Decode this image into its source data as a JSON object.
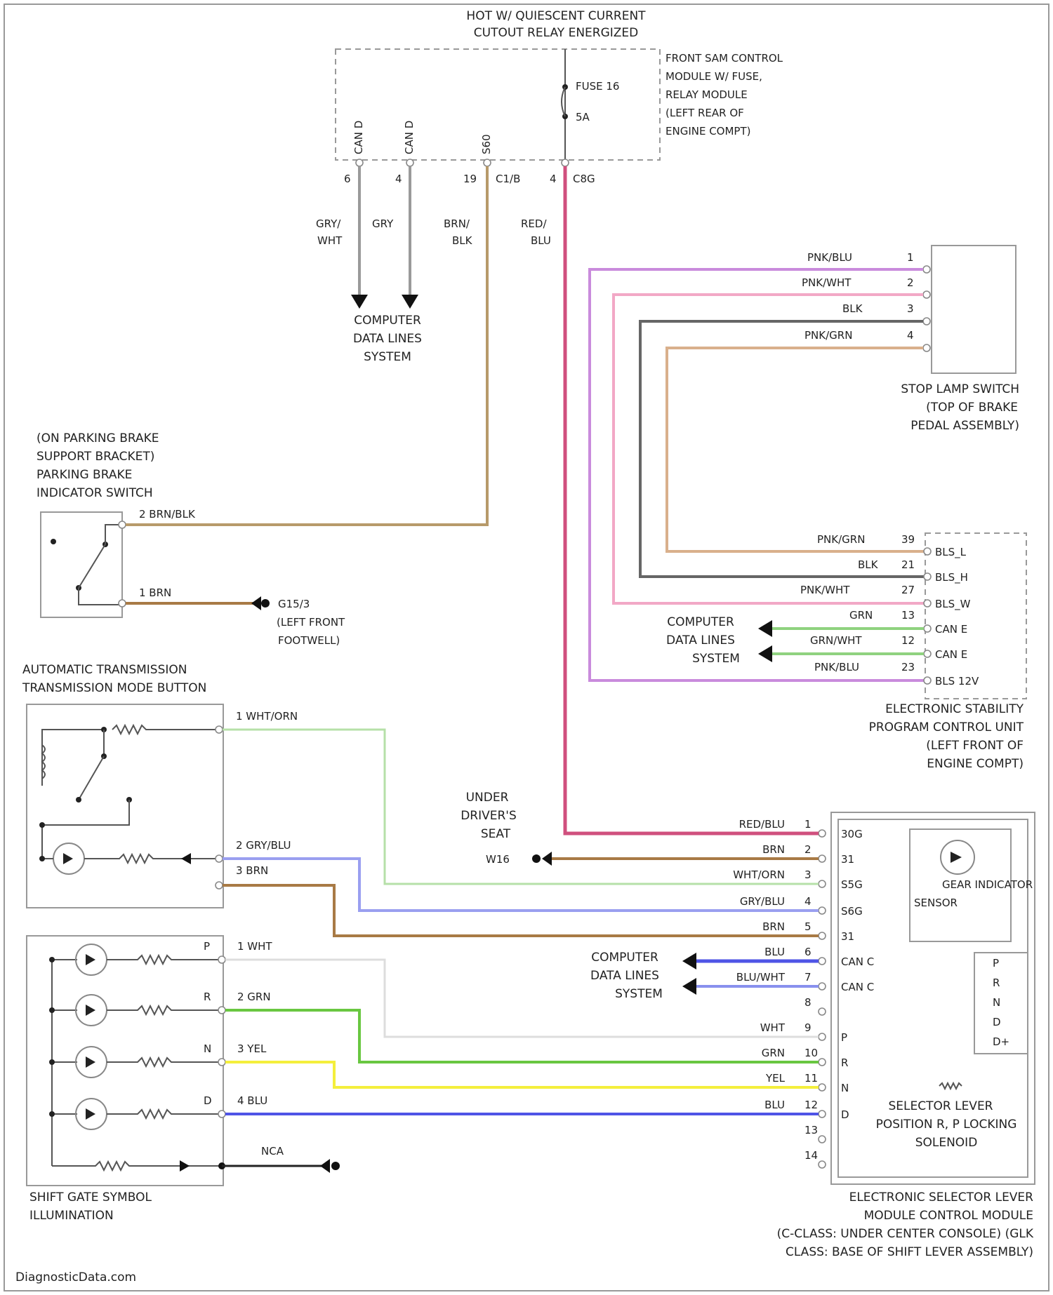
{
  "relay": {
    "header_line1": "HOT W/ QUIESCENT CURRENT",
    "header_line2": "CUTOUT RELAY ENERGIZED",
    "pin_labels": [
      "CAN D",
      "CAN D",
      "S60"
    ],
    "fuse_name": "FUSE 16",
    "fuse_rating": "5A",
    "module_lines": [
      "FRONT SAM CONTROL",
      "MODULE W/ FUSE,",
      "RELAY MODULE",
      "(LEFT REAR OF",
      "ENGINE COMPT)"
    ],
    "pin_numbers": [
      "6",
      "4",
      "19",
      "4"
    ],
    "connectors": [
      "C1/B",
      "C8G"
    ],
    "wire_labels": [
      "GRY/",
      "WHT",
      "GRY",
      "BRN/",
      "BLK",
      "RED/",
      "BLU"
    ],
    "cdl_lines": [
      "COMPUTER",
      "DATA LINES",
      "SYSTEM"
    ]
  },
  "stop_lamp": {
    "wires": [
      "PNK/BLU",
      "PNK/WHT",
      "BLK",
      "PNK/GRN"
    ],
    "pins": [
      "1",
      "2",
      "3",
      "4"
    ],
    "title_lines": [
      "STOP LAMP SWITCH",
      "(TOP OF BRAKE",
      "PEDAL ASSEMBLY)"
    ]
  },
  "parking_brake": {
    "title_lines": [
      "(ON PARKING BRAKE",
      "SUPPORT BRACKET)",
      "PARKING BRAKE",
      "INDICATOR SWITCH"
    ],
    "wire1": "2  BRN/BLK",
    "wire2": "1  BRN",
    "ground_lines": [
      "G15/3",
      "(LEFT FRONT",
      "FOOTWELL)"
    ]
  },
  "esp": {
    "wires": [
      "PNK/GRN",
      "BLK",
      "PNK/WHT",
      "GRN",
      "GRN/WHT",
      "PNK/BLU"
    ],
    "pins": [
      "39",
      "21",
      "27",
      "13",
      "12",
      "23"
    ],
    "signals": [
      "BLS_L",
      "BLS_H",
      "BLS_W",
      "CAN E",
      "CAN E",
      "BLS 12V"
    ],
    "cdl_lines": [
      "COMPUTER",
      "DATA LINES",
      "SYSTEM"
    ],
    "title_lines": [
      "ELECTRONIC STABILITY",
      "PROGRAM CONTROL UNIT",
      "(LEFT FRONT OF",
      "ENGINE COMPT)"
    ]
  },
  "mode_button": {
    "title_lines": [
      "AUTOMATIC TRANSMISSION",
      "TRANSMISSION MODE BUTTON"
    ],
    "wires": [
      "1  WHT/ORN",
      "2  GRY/BLU",
      "3  BRN"
    ]
  },
  "ground_w16": {
    "lines": [
      "UNDER",
      "DRIVER'S",
      "SEAT"
    ],
    "name": "W16"
  },
  "selector": {
    "wires": [
      "RED/BLU",
      "BRN",
      "WHT/ORN",
      "GRY/BLU",
      "BRN",
      "BLU",
      "BLU/WHT",
      "",
      "WHT",
      "GRN",
      "YEL",
      "BLU",
      "",
      ""
    ],
    "pins": [
      "1",
      "2",
      "3",
      "4",
      "5",
      "6",
      "7",
      "8",
      "9",
      "10",
      "11",
      "12",
      "13",
      "14"
    ],
    "signals": [
      "30G",
      "31",
      "S5G",
      "S6G",
      "31",
      "CAN C",
      "CAN C",
      "",
      "P",
      "R",
      "N",
      "D",
      "",
      ""
    ],
    "sensor_lines": [
      "GEAR INDICATOR",
      "SENSOR"
    ],
    "gears": [
      "P",
      "R",
      "N",
      "D",
      "D+"
    ],
    "solenoid_lines": [
      "SELECTOR LEVER",
      "POSITION R, P LOCKING",
      "SOLENOID"
    ],
    "cdl_lines": [
      "COMPUTER",
      "DATA LINES",
      "SYSTEM"
    ],
    "title_lines": [
      "ELECTRONIC SELECTOR LEVER",
      "MODULE CONTROL MODULE",
      "(C-CLASS: UNDER CENTER CONSOLE) (GLK",
      "CLASS: BASE OF SHIFT LEVER ASSEMBLY)"
    ]
  },
  "shift_gate": {
    "letters": [
      "P",
      "R",
      "N",
      "D"
    ],
    "wires": [
      "1  WHT",
      "2  GRN",
      "3  YEL",
      "4  BLU"
    ],
    "nca": "NCA",
    "title_lines": [
      "SHIFT GATE SYMBOL",
      "ILLUMINATION"
    ]
  },
  "footer": "DiagnosticData.com",
  "colors": {
    "gry": "#9a9a9a",
    "brn_blk": "#b79a6a",
    "brn": "#a87a45",
    "red_blu": "#d0507e",
    "pnk_blu": "#c98bdc",
    "pnk_wht": "#f2a8c6",
    "blk": "#666666",
    "pnk_grn": "#d9b08c",
    "grn": "#8fd27f",
    "wht_orn": "#b6e0a8",
    "gry_blu": "#9a9ff0",
    "blu": "#4f54e6",
    "blu_wht": "#8890ee",
    "wht": "#dddddd",
    "grn2": "#69c741",
    "yel": "#f4ef3c"
  }
}
